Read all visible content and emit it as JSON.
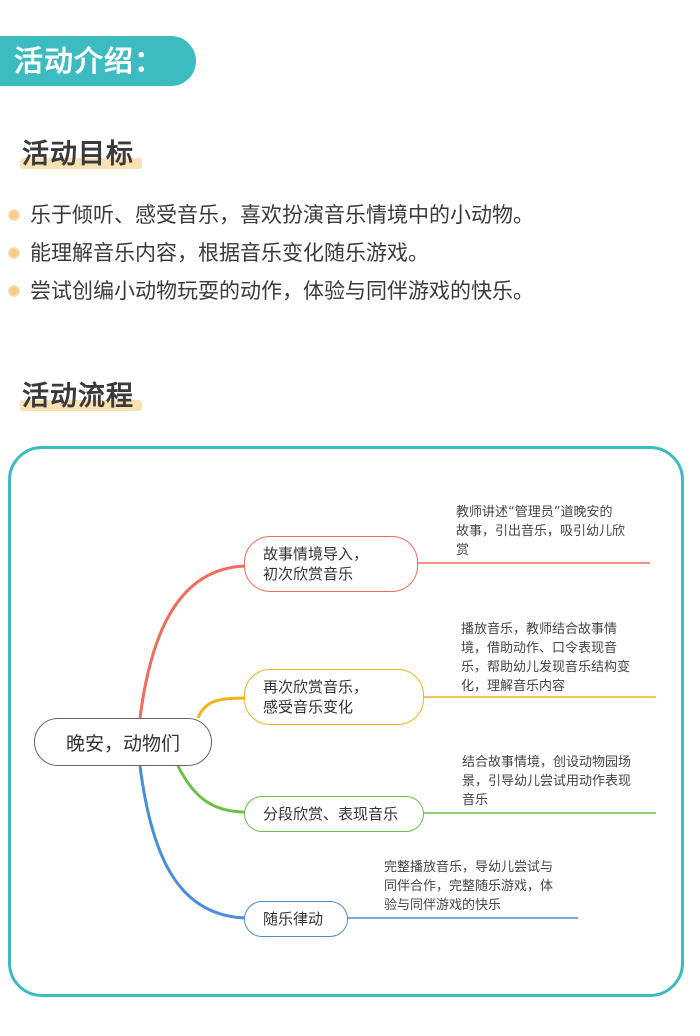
{
  "header": {
    "title": "活动介绍："
  },
  "goals": {
    "title": "活动目标",
    "items": [
      "乐于倾听、感受音乐，喜欢扮演音乐情境中的小动物。",
      "能理解音乐内容，根据音乐变化随乐游戏。",
      "尝试创编小动物玩耍的动作，体验与同伴游戏的快乐。"
    ]
  },
  "flow": {
    "title": "活动流程",
    "root": "晚安，动物们",
    "branches": [
      {
        "label": "故事情境导入，\n初次欣赏音乐",
        "color": "#f26b5b",
        "note": "教师讲述“管理员”道晚安的\n故事，引出音乐，吸引幼儿欣\n赏"
      },
      {
        "label": "再次欣赏音乐，\n感受音乐变化",
        "color": "#f2b31b",
        "note": "播放音乐，教师结合故事情\n境，借助动作、口令表现音\n乐，帮助幼儿发现音乐结构变\n化，理解音乐内容"
      },
      {
        "label": "分段欣赏、表现音乐",
        "color": "#6cc04a",
        "note": "结合故事情境，创设动物园场\n景，引导幼儿尝试用动作表现\n音乐"
      },
      {
        "label": "随乐律动",
        "color": "#4a8fd6",
        "note": "完整播放音乐，导幼儿尝试与\n同伴合作，完整随乐游戏，体\n验与同伴游戏的快乐"
      }
    ]
  }
}
